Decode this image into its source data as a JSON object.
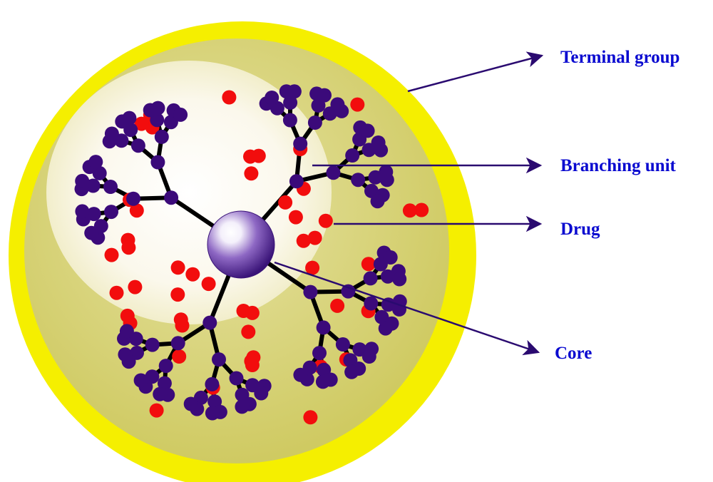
{
  "labels": {
    "terminal_group": "Terminal group",
    "branching_unit": "Branching unit",
    "drug": "Drug",
    "core": "Core"
  },
  "colors": {
    "outer_shell": "#f5ef00",
    "inner_fill": "#d9d57a",
    "highlight": "#fdfbf2",
    "bond": "#000000",
    "terminal_node": "#3b0a7a",
    "drug_molecule": "#f20d0d",
    "pointer_arrow": "#2a0a70",
    "label_text": "#0a0ad0",
    "core": "#6a3aa8"
  },
  "icons": {
    "core": "sphere-icon",
    "node": "circle",
    "drug": "circle"
  }
}
